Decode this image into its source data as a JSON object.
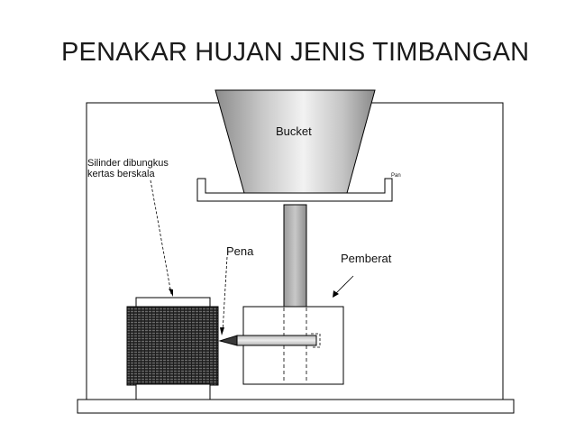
{
  "title": "PENAKAR HUJAN JENIS TIMBANGAN",
  "labels": {
    "bucket": "Bucket",
    "pan": "Pan",
    "cylinder_line1": "Silinder dibungkus",
    "cylinder_line2": "kertas berskala",
    "pen": "Pena",
    "weight": "Pemberat"
  },
  "colors": {
    "outline": "#000000",
    "bucket_fill": "#b8b8b8",
    "shaft_fill": "#b3b3b3",
    "cylinder_fill": "#2a2a2a",
    "background": "#ffffff"
  }
}
